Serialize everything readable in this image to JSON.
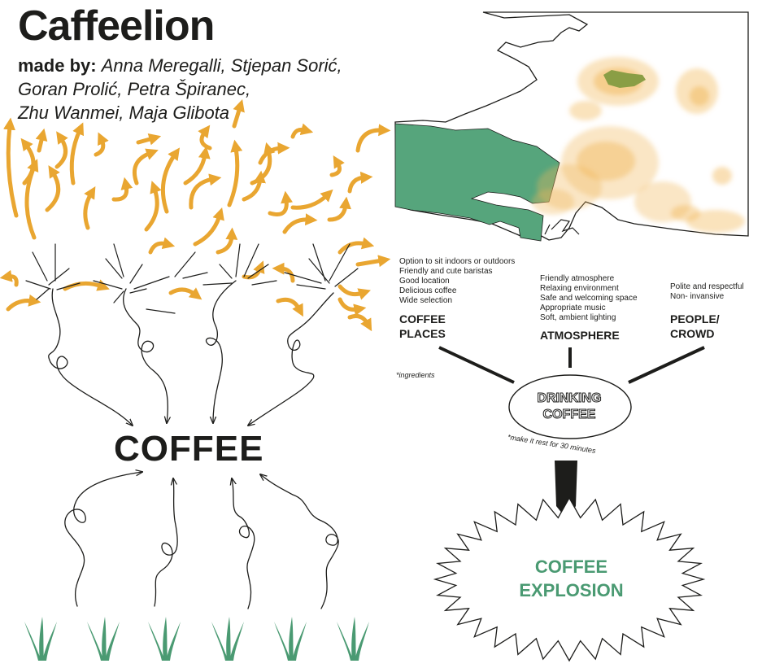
{
  "title": "Caffeelion",
  "credits": {
    "prefix": "made by:",
    "line1": "Anna Meregalli, Stjepan Sorić,",
    "line2": "Goran Prolić, Petra Špiranec,",
    "line3": "Zhu Wanmei, Maja Glibota"
  },
  "center_label": "COFFEE",
  "factors": {
    "places": {
      "heading_line1": "COFFEE",
      "heading_line2": "PLACES",
      "items": [
        "Option to sit indoors or outdoors",
        "Friendly and cute baristas",
        "Good location",
        "Delicious coffee",
        "Wide selection"
      ]
    },
    "atmosphere": {
      "heading": "ATMOSPHERE",
      "items": [
        "Friendly atmosphere",
        "Relaxing environment",
        "Safe and welcoming space",
        "Appropriate music",
        "Soft, ambient lighting"
      ]
    },
    "people": {
      "heading_line1": "PEOPLE/",
      "heading_line2": "CROWD",
      "items": [
        "Polite and respectful",
        "Non- invansive"
      ]
    }
  },
  "ingredients_note": "*ingredients",
  "drinking": {
    "line1": "DRINKING",
    "line2": "COFFEE"
  },
  "rest_note": "*make it rest for 30 minutes",
  "explosion": {
    "line1": "COFFEE",
    "line2": "EXPLOSION"
  },
  "colors": {
    "arrow": "#e9a631",
    "land": "#56a57c",
    "grass": "#4a9a72",
    "heat": "#f2b85a",
    "heat_core": "#8a9e45",
    "ink": "#1d1d1b"
  },
  "icons": [
    "dandelion-seed-arrow-icon",
    "grass-sprout-icon",
    "fountain-pen-icon",
    "explosion-burst-icon",
    "coffee-heatmap-icon"
  ]
}
